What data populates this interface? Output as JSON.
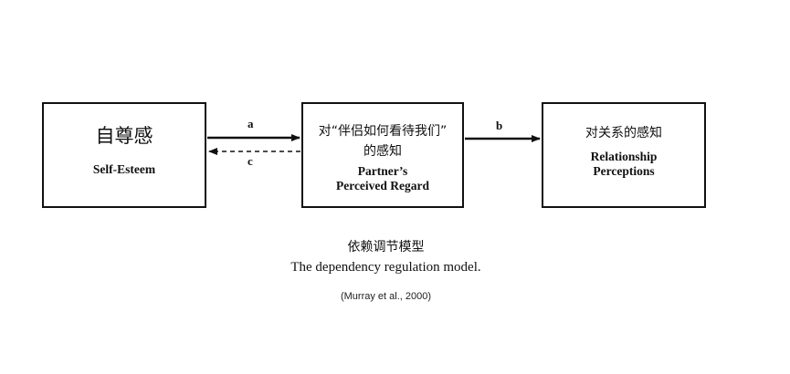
{
  "nodes": {
    "self_esteem": {
      "label_zh": "自尊感",
      "label_en": "Self-Esteem"
    },
    "partner_regard": {
      "label_zh_line1": "对“伴侣如何看待我们”",
      "label_zh_line2": "的感知",
      "label_en_line1": "Partner’s",
      "label_en_line2": "Perceived Regard"
    },
    "relationship": {
      "label_zh": "对关系的感知",
      "label_en_line1": "Relationship",
      "label_en_line2": "Perceptions"
    }
  },
  "edges": {
    "a": {
      "label": "a",
      "from": "self_esteem",
      "to": "partner_regard",
      "style": "solid"
    },
    "c": {
      "label": "c",
      "from": "partner_regard",
      "to": "self_esteem",
      "style": "dashed"
    },
    "b": {
      "label": "b",
      "from": "partner_regard",
      "to": "relationship",
      "style": "solid"
    }
  },
  "caption": {
    "zh": "依赖调节模型",
    "en": "The dependency regulation model.",
    "citation": "(Murray et al., 2000)"
  },
  "colors": {
    "line": "#111111",
    "background": "#ffffff"
  }
}
